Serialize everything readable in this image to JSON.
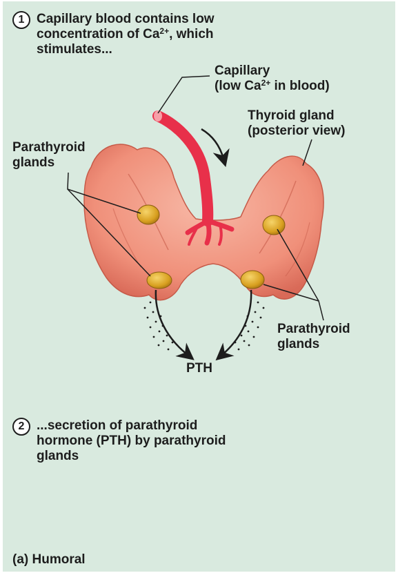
{
  "step1": {
    "number": "1",
    "line1": "Capillary blood contains low",
    "line2_pre": "concentration of Ca",
    "line2_sup": "2+",
    "line2_post": ", which",
    "line3": "stimulates..."
  },
  "labels": {
    "capillary_line1": "Capillary",
    "capillary_line2_pre": "(low Ca",
    "capillary_line2_sup": "2+",
    "capillary_line2_post": " in blood)",
    "thyroid_line1": "Thyroid gland",
    "thyroid_line2": "(posterior view)",
    "parathyroid_left_line1": "Parathyroid",
    "parathyroid_left_line2": "glands",
    "parathyroid_right_line1": "Parathyroid",
    "parathyroid_right_line2": "glands",
    "pth": "PTH"
  },
  "step2": {
    "number": "2",
    "line1": "...secretion of parathyroid",
    "line2": "hormone (PTH) by parathyroid",
    "line3": "glands"
  },
  "caption": "(a) Humoral",
  "colors": {
    "background": "#d9eadf",
    "thyroid": "#f0907a",
    "capillary": "#e8304a",
    "parathyroid": "#d8a020"
  }
}
